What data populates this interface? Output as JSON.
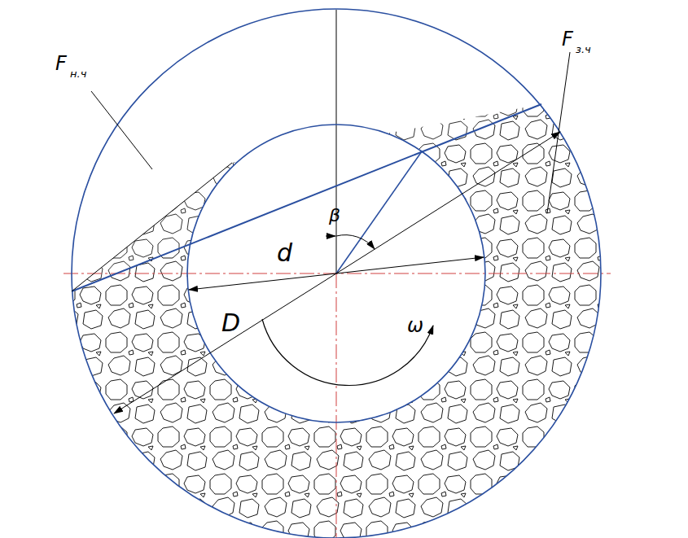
{
  "diagram": {
    "labels": [
      "F",
      "н.ч",
      "F",
      "з.ч",
      "β",
      "d",
      "D",
      "ω"
    ]
  }
}
